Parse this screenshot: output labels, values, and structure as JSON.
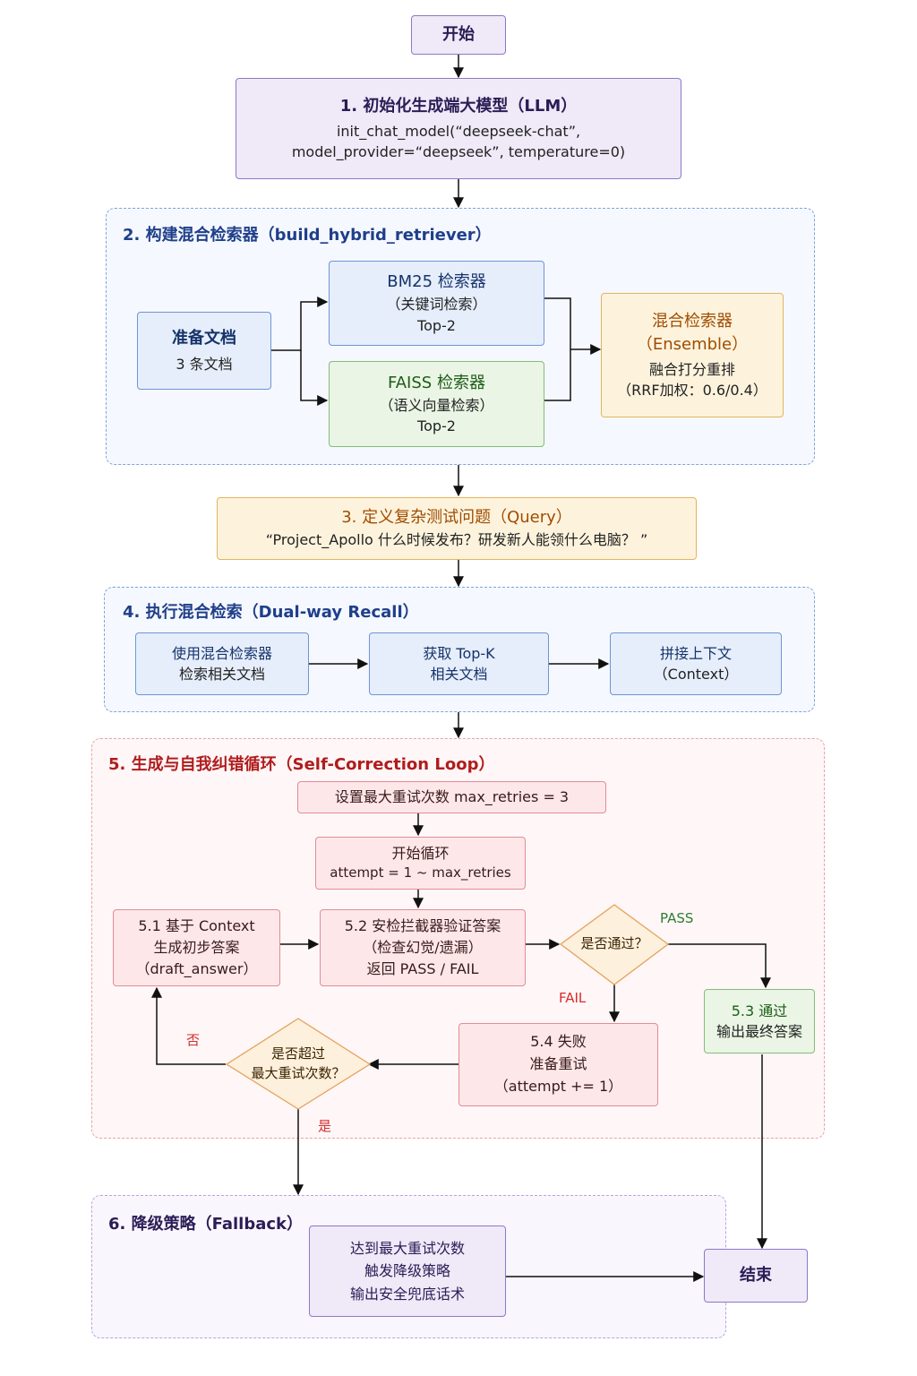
{
  "start": "开始",
  "end": "结束",
  "step1": {
    "title": "1.  初始化生成端大模型（LLM）",
    "line1": "init_chat_model(“deepseek-chat”,",
    "line2": "model_provider=“deepseek”, temperature=0)"
  },
  "group2": {
    "title": "2.  构建混合检索器（build_hybrid_retriever）",
    "docs": {
      "title": "准备文档",
      "sub": "3 条文档"
    },
    "bm25": {
      "title": "BM25 检索器",
      "sub1": "（关键词检索）",
      "sub2": "Top-2"
    },
    "faiss": {
      "title": "FAISS 检索器",
      "sub1": "（语义向量检索）",
      "sub2": "Top-2"
    },
    "ensemble": {
      "title1": "混合检索器",
      "title2": "（Ensemble）",
      "sub1": "融合打分重排",
      "sub2": "（RRF加权：0.6/0.4）"
    }
  },
  "step3": {
    "title": "3.  定义复杂测试问题（Query）",
    "query": "“Project_Apollo 什么时候发布？研发新人能领什么电脑？ ”"
  },
  "group4": {
    "title": "4.  执行混合检索（Dual-way Recall）",
    "use": {
      "line1": "使用混合检索器",
      "line2": "检索相关文档"
    },
    "topk": {
      "line1": "获取 Top-K",
      "line2": "相关文档"
    },
    "concat": {
      "line1": "拼接上下文",
      "line2": "（Context）"
    }
  },
  "group5": {
    "title": "5.  生成与自我纠错循环（Self-Correction Loop）",
    "maxr": "设置最大重试次数 max_retries = 3",
    "loop": {
      "line1": "开始循环",
      "line2": "attempt = 1 ~ max_retries"
    },
    "s51": {
      "line1": "5.1 基于 Context",
      "line2": "生成初步答案",
      "line3": "（draft_answer）"
    },
    "s52": {
      "line1": "5.2 安检拦截器验证答案",
      "line2": "（检查幻觉/遗漏）",
      "line3": "返回 PASS / FAIL"
    },
    "pass_q": "是否通过？",
    "pass_label": "PASS",
    "fail_label": "FAIL",
    "s53": {
      "line1": "5.3 通过",
      "line2": "输出最终答案"
    },
    "s54": {
      "line1": "5.4 失败",
      "line2": "准备重试",
      "line3": "（attempt += 1）"
    },
    "over_q": {
      "line1": "是否超过",
      "line2": "最大重试次数？"
    },
    "no_label": "否",
    "yes_label": "是"
  },
  "group6": {
    "title": "6.  降级策略（Fallback）",
    "box": {
      "line1": "达到最大重试次数",
      "line2": "触发降级策略",
      "line3": "输出安全兜底话术"
    }
  },
  "colors": {
    "purple": "#8e78c6",
    "blue": "#6f94d6",
    "green": "#84bd78",
    "orange": "#e3b55c",
    "red": "#e28c95",
    "pass": "#2e7d32",
    "fail": "#d32f2f"
  }
}
